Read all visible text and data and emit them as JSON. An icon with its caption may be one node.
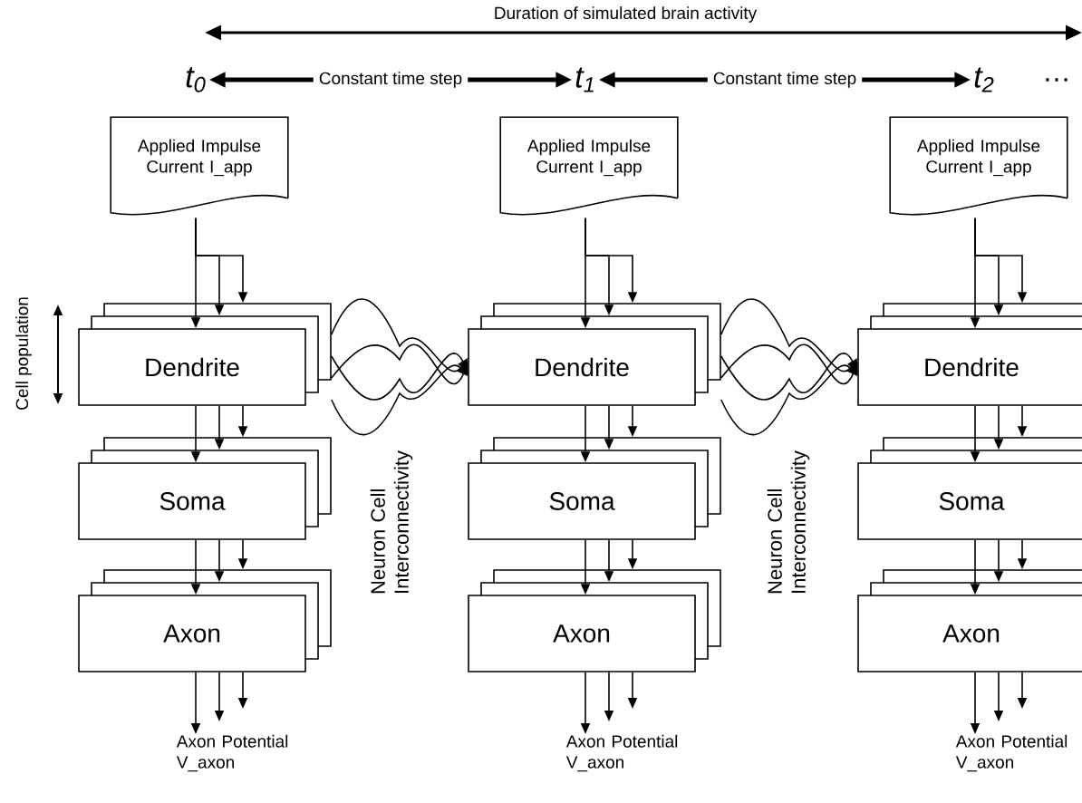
{
  "diagram": {
    "nodes": [
      {
        "text": [
          "t$_{0}$"
        ]
      },
      {
        "text": [
          "t$_{1}$"
        ]
      },
      {
        "text": [
          "t$_{2}$"
        ]
      },
      {
        "text": [
          "Applied Impulse Current I_app"
        ]
      },
      {
        "text": [
          "Dendrite"
        ]
      },
      {
        "text": [
          "Soma"
        ]
      },
      {
        "text": [
          "Axon"
        ]
      },
      {
        "text": [
          "Axon Potential V_axon"
        ]
      },
      {
        "text": [
          "Applied Impulse Current I_app"
        ]
      },
      {
        "text": [
          "Dendrite"
        ]
      },
      {
        "text": [
          "Soma"
        ]
      },
      {
        "text": [
          "Axon"
        ]
      },
      {
        "text": [
          "Axon Potential V_axon"
        ]
      },
      {
        "text": [
          "Applied Impulse Current I_app"
        ]
      },
      {
        "text": [
          "Dendrite"
        ]
      },
      {
        "text": [
          "Soma"
        ]
      },
      {
        "text": [
          "Axon"
        ]
      },
      {
        "text": [
          "Axon Potential V_axon"
        ]
      }
    ],
    "edges": [
      {
        "from": 0,
        "to": 1,
        "arrow": "both",
        "label": "Constant time step",
        "style": "thick"
      },
      {
        "from": 1,
        "to": 2,
        "arrow": "both",
        "label": "Constant time step",
        "style": "thick"
      },
      {
        "from": 3,
        "to": 4,
        "arrow": "to"
      },
      {
        "from": 3,
        "to": 4,
        "arrow": "to"
      },
      {
        "from": 3,
        "to": 4,
        "arrow": "to"
      },
      {
        "from": 4,
        "to": 5,
        "arrow": "to"
      },
      {
        "from": 4,
        "to": 5,
        "arrow": "to"
      },
      {
        "from": 4,
        "to": 5,
        "arrow": "to"
      },
      {
        "from": 5,
        "to": 6,
        "arrow": "to"
      },
      {
        "from": 5,
        "to": 6,
        "arrow": "to"
      },
      {
        "from": 5,
        "to": 6,
        "arrow": "to"
      },
      {
        "from": 6,
        "to": 7,
        "arrow": "to"
      },
      {
        "from": 6,
        "to": 7,
        "arrow": "to"
      },
      {
        "from": 6,
        "to": 7,
        "arrow": "to"
      },
      {
        "from": 8,
        "to": 9,
        "arrow": "to"
      },
      {
        "from": 8,
        "to": 9,
        "arrow": "to"
      },
      {
        "from": 8,
        "to": 9,
        "arrow": "to"
      },
      {
        "from": 9,
        "to": 10,
        "arrow": "to"
      },
      {
        "from": 9,
        "to": 10,
        "arrow": "to"
      },
      {
        "from": 9,
        "to": 10,
        "arrow": "to"
      },
      {
        "from": 10,
        "to": 11,
        "arrow": "to"
      },
      {
        "from": 10,
        "to": 11,
        "arrow": "to"
      },
      {
        "from": 10,
        "to": 11,
        "arrow": "to"
      },
      {
        "from": 11,
        "to": 12,
        "arrow": "to"
      },
      {
        "from": 11,
        "to": 12,
        "arrow": "to"
      },
      {
        "from": 11,
        "to": 12,
        "arrow": "to"
      },
      {
        "from": 13,
        "to": 14,
        "arrow": "to"
      },
      {
        "from": 13,
        "to": 14,
        "arrow": "to"
      },
      {
        "from": 13,
        "to": 14,
        "arrow": "to"
      },
      {
        "from": 14,
        "to": 15,
        "arrow": "to"
      },
      {
        "from": 14,
        "to": 15,
        "arrow": "to"
      },
      {
        "from": 14,
        "to": 15,
        "arrow": "to"
      },
      {
        "from": 15,
        "to": 16,
        "arrow": "to"
      },
      {
        "from": 15,
        "to": 16,
        "arrow": "to"
      },
      {
        "from": 15,
        "to": 16,
        "arrow": "to"
      },
      {
        "from": 16,
        "to": 17,
        "arrow": "to"
      },
      {
        "from": 16,
        "to": 17,
        "arrow": "to"
      },
      {
        "from": 16,
        "to": 17,
        "arrow": "to"
      },
      {
        "from": 4,
        "to": 9,
        "arrow": "to"
      },
      {
        "from": 4,
        "to": 9,
        "arrow": "to"
      },
      {
        "from": 4,
        "to": 9,
        "arrow": "to"
      },
      {
        "from": 4,
        "to": 9,
        "arrow": "to"
      },
      {
        "from": 9,
        "to": 14,
        "arrow": "to"
      },
      {
        "from": 9,
        "to": 14,
        "arrow": "to"
      },
      {
        "from": 9,
        "to": 14,
        "arrow": "to"
      },
      {
        "from": 9,
        "to": 14,
        "arrow": "to"
      }
    ],
    "labels": [
      "Duration of simulated brain activity",
      "…",
      "Cell population",
      "Neuron Cell Interconnectivity",
      "Neuron Cell Interconnectivity"
    ]
  }
}
